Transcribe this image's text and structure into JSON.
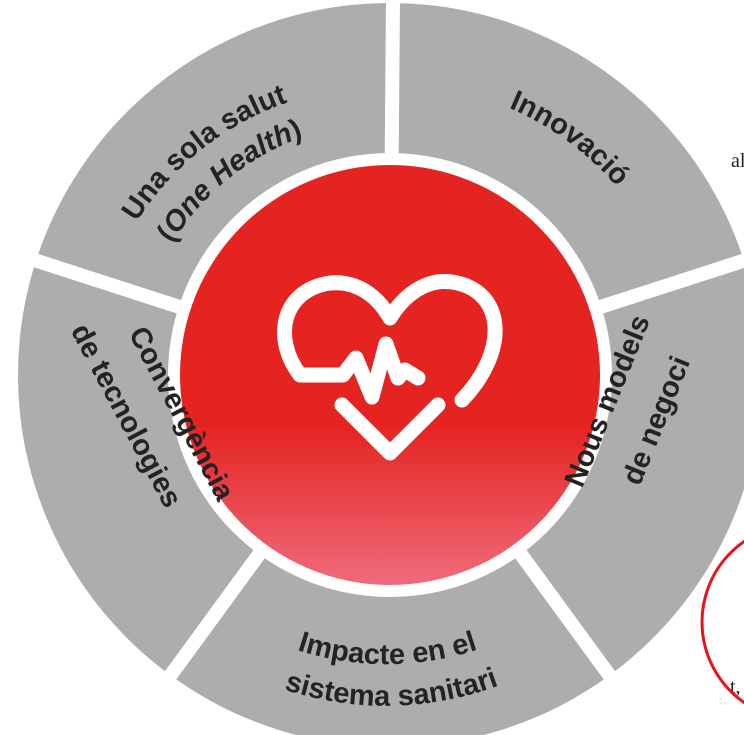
{
  "edge_fragments": [
    "al",
    ",",
    "t",
    "t,"
  ],
  "center": {
    "icon": "heart-pulse-icon",
    "color": "#e52421"
  },
  "segments": [
    {
      "id": "one-health",
      "lines": [
        [
          "Una sola salut"
        ],
        [
          "(",
          "One Health",
          ")"
        ]
      ]
    },
    {
      "id": "innovacio",
      "lines": [
        [
          "Innovació"
        ]
      ]
    },
    {
      "id": "nous-models",
      "lines": [
        [
          "Nous models"
        ],
        [
          "de negoci"
        ]
      ]
    },
    {
      "id": "impacte",
      "lines": [
        [
          "Impacte en el"
        ],
        [
          "sistema sanitari"
        ]
      ]
    },
    {
      "id": "convergencia",
      "lines": [
        [
          "Convergència"
        ],
        [
          "de tecnologies"
        ]
      ]
    }
  ],
  "colors": {
    "segment": "#adadad",
    "ring_bg": "#ffffff",
    "center_red": "#e52421",
    "accent_ring": "#e8141b"
  }
}
